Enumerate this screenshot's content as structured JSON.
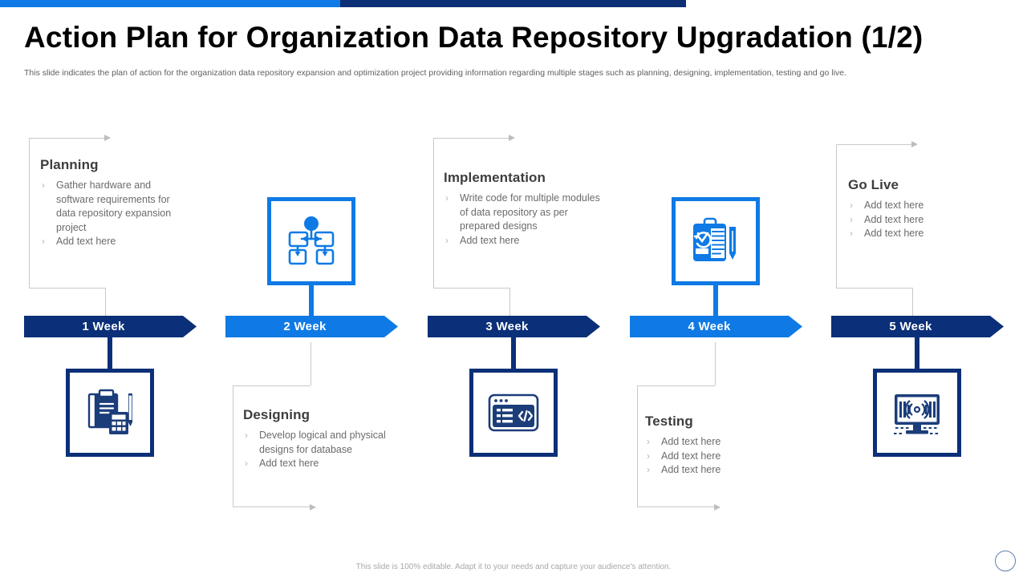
{
  "accent": {
    "blue": "#0f7ae5",
    "navy": "#0b2f78",
    "grey_line": "#c9c9c9",
    "title_color": "#000000",
    "body_text": "#6b6b6b"
  },
  "header": {
    "title": "Action Plan for Organization Data Repository Upgradation (1/2)",
    "subtitle": "This slide indicates the plan of action for the organization data repository expansion and optimization project providing information regarding multiple stages such as planning, designing, implementation, testing and go live."
  },
  "timeline": {
    "milestones": [
      {
        "label": "1 Week",
        "color": "navy"
      },
      {
        "label": "2 Week",
        "color": "blue"
      },
      {
        "label": "3 Week",
        "color": "navy"
      },
      {
        "label": "4 Week",
        "color": "blue"
      },
      {
        "label": "5 Week",
        "color": "navy"
      }
    ]
  },
  "stages": [
    {
      "title": "Planning",
      "position": "above",
      "icon": "clipboard-calculator-pencil-icon",
      "icon_color": "navy",
      "bullets": [
        "Gather hardware and software requirements for data repository expansion project",
        "Add text here"
      ]
    },
    {
      "title": "Designing",
      "position": "below",
      "icon": "flowchart-hierarchy-icon",
      "icon_color": "blue",
      "bullets": [
        "Develop logical and physical designs for database",
        "Add text here"
      ]
    },
    {
      "title": "Implementation",
      "position": "above",
      "icon": "code-window-icon",
      "icon_color": "navy",
      "bullets": [
        "Write code for multiple modules of data repository as per prepared designs",
        "Add text here"
      ]
    },
    {
      "title": "Testing",
      "position": "below",
      "icon": "clipboard-check-pen-icon",
      "icon_color": "blue",
      "bullets": [
        "Add text here",
        "Add text here",
        "Add text here"
      ]
    },
    {
      "title": "Go Live",
      "position": "above",
      "icon": "monitor-broadcast-icon",
      "icon_color": "navy",
      "bullets": [
        "Add text here",
        "Add text here",
        "Add text here"
      ]
    }
  ],
  "footer": {
    "note": "This slide is 100% editable.  Adapt it to your needs and capture your audience's attention."
  },
  "bullet_glyph": "›"
}
